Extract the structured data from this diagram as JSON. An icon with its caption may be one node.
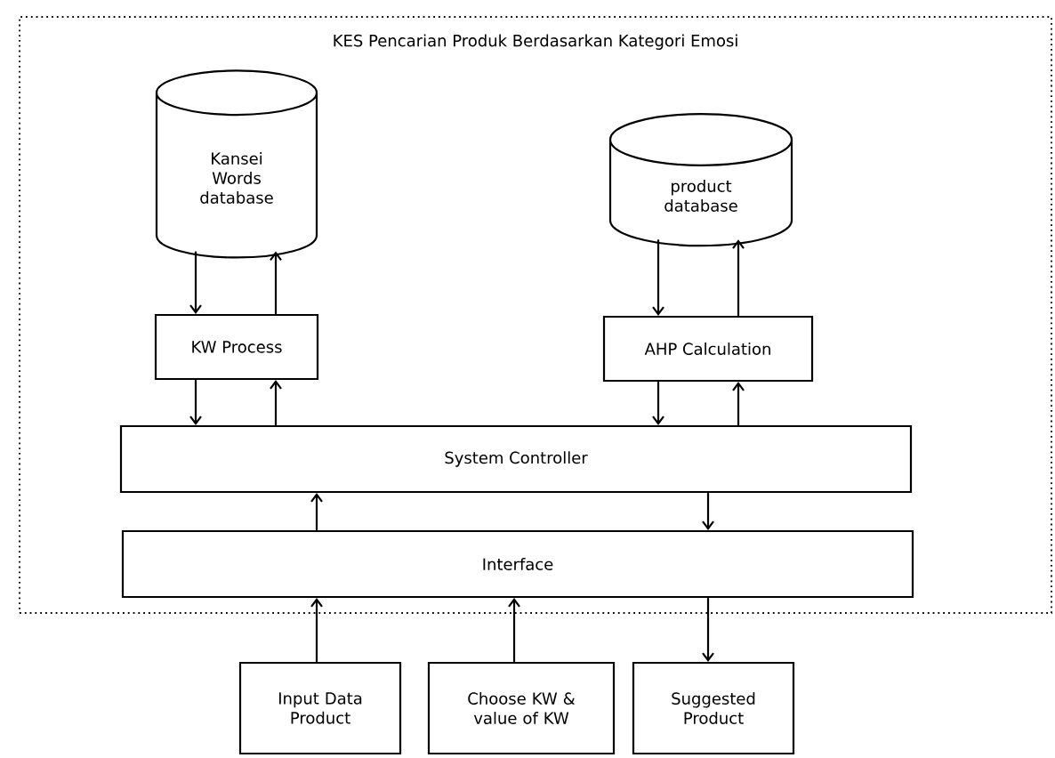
{
  "diagram": {
    "nodes": [
      {
        "text": [
          "KES Pencarian Produk Berdasarkan Kategori Emosi"
        ]
      },
      {
        "text": [
          "Kansei Words database"
        ],
        "in": 0
      },
      {
        "text": [
          "product database"
        ],
        "in": 0
      },
      {
        "text": [
          "KW Process"
        ],
        "in": 0
      },
      {
        "text": [
          "AHP Calculation"
        ],
        "in": 0
      },
      {
        "text": [
          "System Controller"
        ],
        "in": 0
      },
      {
        "text": [
          "Interface"
        ],
        "in": 0
      },
      {
        "text": [
          "Input Data Product"
        ]
      },
      {
        "text": [
          "Choose KW & value of KW"
        ]
      },
      {
        "text": [
          "Suggested Product"
        ]
      }
    ],
    "edges": [
      {
        "from": 1,
        "to": 3,
        "arrow": "to"
      },
      {
        "from": 3,
        "to": 1,
        "arrow": "to"
      },
      {
        "from": 2,
        "to": 4,
        "arrow": "to"
      },
      {
        "from": 4,
        "to": 2,
        "arrow": "to"
      },
      {
        "from": 3,
        "to": 5,
        "arrow": "to"
      },
      {
        "from": 5,
        "to": 3,
        "arrow": "to"
      },
      {
        "from": 4,
        "to": 5,
        "arrow": "to"
      },
      {
        "from": 5,
        "to": 4,
        "arrow": "to"
      },
      {
        "from": 6,
        "to": 5,
        "arrow": "to"
      },
      {
        "from": 5,
        "to": 6,
        "arrow": "to"
      },
      {
        "from": 7,
        "to": 6,
        "arrow": "to"
      },
      {
        "from": 8,
        "to": 6,
        "arrow": "to"
      },
      {
        "from": 6,
        "to": 9,
        "arrow": "to"
      }
    ]
  }
}
